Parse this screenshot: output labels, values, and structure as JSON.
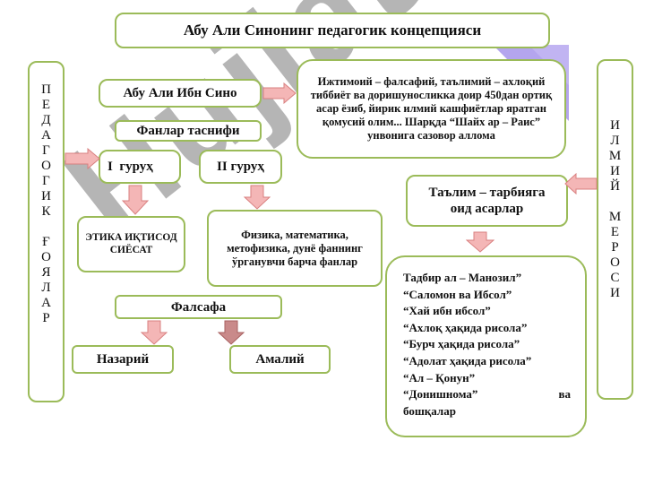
{
  "title": "Абу Али Синонинг педагогик концепцияси",
  "left_vertical": [
    "П",
    "Е",
    "Д",
    "А",
    "Г",
    "О",
    "Г",
    "И",
    "К",
    "",
    "Ғ",
    "О",
    "Я",
    "Л",
    "А",
    "Р"
  ],
  "right_vertical": [
    "И",
    "Л",
    "М",
    "И",
    "Й",
    "",
    "М",
    "Е",
    "Р",
    "О",
    "С",
    "И"
  ],
  "boxes": {
    "name": "Абу Али Ибн Сино",
    "description": "Ижтимоий – фалсафий, таълимий – ахлоқий тиббиёт ва доришуносликка доир 450дан ортиқ асар ёзиб, йирик илмий кашфиётлар яратган қомусий олим... Шарқда “Шайх ар – Раис” унвонига сазовор аллома",
    "classification": "Фанлар таснифи",
    "group1": "I  гуруҳ",
    "group2": "II гуруҳ",
    "ethics": "ЭТИКА ИҚТИСОД СИЁСАТ",
    "physics": "Физика, математика, метофизика, дунё фаннинг ўрганувчи барча фанлар",
    "philosophy": "Фалсафа",
    "theoretical": "Назарий",
    "practical": "Амалий",
    "education_works": "Таълим – тарбияга оид асарлар"
  },
  "works_list": [
    "Тадбир ал – Манозил”",
    "“Саломон ва Ибсол”",
    "“Хай ибн ибсол”",
    "“Ахлоқ ҳақида рисола”",
    "“Бурч ҳақида рисола”",
    "“Адолат ҳақида рисола”",
    "“Ал – Қонун”"
  ],
  "works_last": [
    "“Донишнома”",
    "ва"
  ],
  "works_tail": "бошқалар",
  "watermark": "Hujjat",
  "colors": {
    "border": "#9bbb59",
    "arrow_fill": "#f4b6b6",
    "arrow_stroke": "#d98080",
    "watermark": "#8a8a8a",
    "watermark_accent": "#9b87e8"
  }
}
